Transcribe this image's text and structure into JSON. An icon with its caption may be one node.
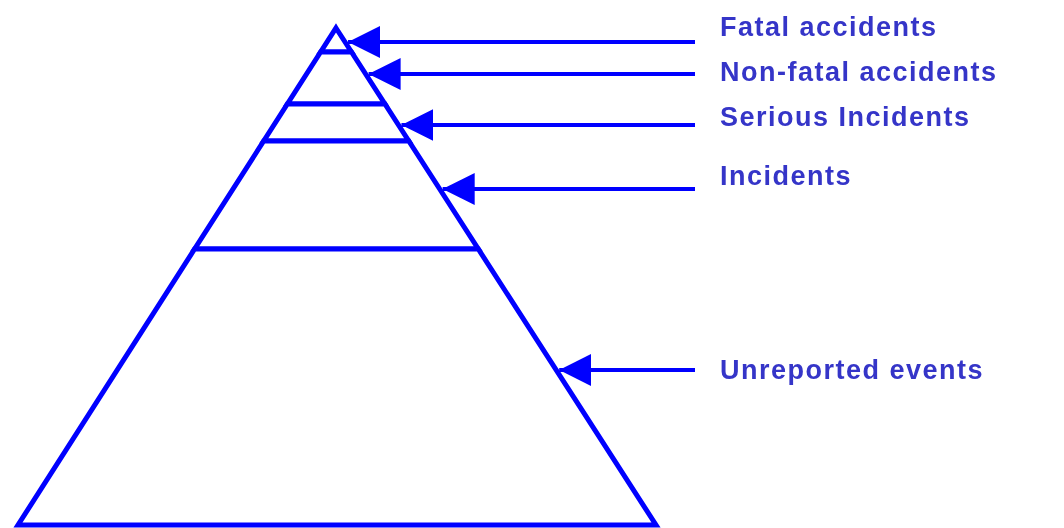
{
  "diagram": {
    "nodes": [
      {
        "text": [
          "Fatal accidents"
        ]
      },
      {
        "text": [
          "Non-fatal accidents"
        ]
      },
      {
        "text": [
          "Serious Incidents"
        ]
      },
      {
        "text": [
          "Incidents"
        ]
      },
      {
        "text": [
          "Unreported events"
        ]
      },
      {
        "text": [],
        "shape": "triangle"
      },
      {
        "text": [],
        "shape": "trapezoid"
      },
      {
        "text": [],
        "shape": "trapezoid"
      },
      {
        "text": [],
        "shape": "trapezoid"
      },
      {
        "text": [],
        "shape": "trapezoid"
      }
    ],
    "edges": [
      {
        "from": 0,
        "to": 5,
        "arrow": "to"
      },
      {
        "from": 1,
        "to": 6,
        "arrow": "to"
      },
      {
        "from": 2,
        "to": 7,
        "arrow": "to"
      },
      {
        "from": 3,
        "to": 8,
        "arrow": "to"
      },
      {
        "from": 4,
        "to": 9,
        "arrow": "to"
      }
    ]
  }
}
